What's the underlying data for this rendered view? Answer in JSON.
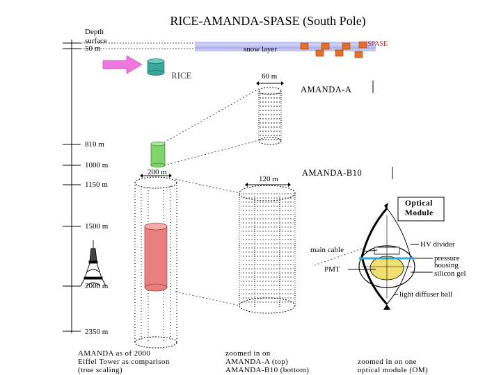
{
  "title": "RICE-AMANDA-SPASE (South Pole)",
  "depth_scale": {
    "header": "Depth",
    "surface": "surface",
    "marks": [
      "50 m",
      "810 m",
      "1000 m",
      "1150 m",
      "1500 m",
      "2000 m",
      "2350 m"
    ]
  },
  "labels": {
    "snow_layer": "snow layer",
    "spase": "SPASE",
    "rice": "RICE",
    "amanda_a": "AMANDA-A",
    "amanda_a_width": "60 m",
    "amanda_b10": "AMANDA-B10",
    "b10_width": "120 m",
    "amanda_2000_width": "200 m"
  },
  "optical_module": {
    "title_line1": "Optical",
    "title_line2": "Module",
    "hv_divider": "HV divider",
    "pressure_line1": "pressure",
    "pressure_line2": "housing",
    "silicon_gel": "silicon gel",
    "main_cable": "main cable",
    "pmt": "PMT",
    "diffuser": "light diffuser ball"
  },
  "captions": {
    "left": [
      "AMANDA as of 2000",
      "Eiffel Tower as comparison",
      "(true scaling)"
    ],
    "middle": [
      "zoomed in on",
      "AMANDA-A (top)",
      "AMANDA-B10 (bottom)"
    ],
    "right": [
      "zoomed in on one",
      "optical module (OM)"
    ]
  },
  "colors": {
    "rice_cylinder": "#3aa89a",
    "amanda_a_cylinder": "#7fd46a",
    "amanda_2000_cylinder": "#e88080",
    "spase_boxes": "#e07030",
    "arrow": "#ee77dd",
    "snow_band": "#b8b8f0",
    "pmt_bulb": "#f0e070"
  }
}
